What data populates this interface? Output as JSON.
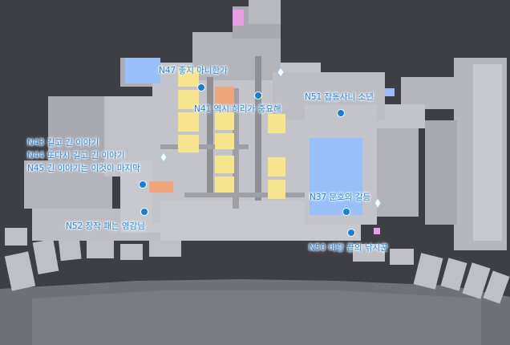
{
  "markers": [
    {
      "id": "n47",
      "label": "N47 좋지 아니한가"
    },
    {
      "id": "n41",
      "label": "N41 역시 허리가 중요해"
    },
    {
      "id": "n51",
      "label": "N51 잡동사니 소년"
    },
    {
      "id": "n43",
      "label": "N43 길고 긴 이야기"
    },
    {
      "id": "n44",
      "label": "N44 또다시 길고 긴 이야기"
    },
    {
      "id": "n45",
      "label": "N45 긴 이야기는 이것이 마지막"
    },
    {
      "id": "n37",
      "label": "N37 문호의 갈등"
    },
    {
      "id": "n52",
      "label": "N52 장작 패는 영감님"
    },
    {
      "id": "n50",
      "label": "N50 벼랑 끝의 낚시꾼"
    }
  ],
  "colors": {
    "background": "#3d3f45",
    "floor": "#c3c4c9",
    "floor_light": "#d6d7db",
    "wall": "#8e9096",
    "yellow": "#f6e58c",
    "orange": "#f0a57a",
    "blue": "#98bff7",
    "pink": "#e89ee6",
    "marker": "#1180d8",
    "label": "#1f86e3"
  },
  "icons": [
    "npc-pin-icon",
    "crystal-icon"
  ]
}
